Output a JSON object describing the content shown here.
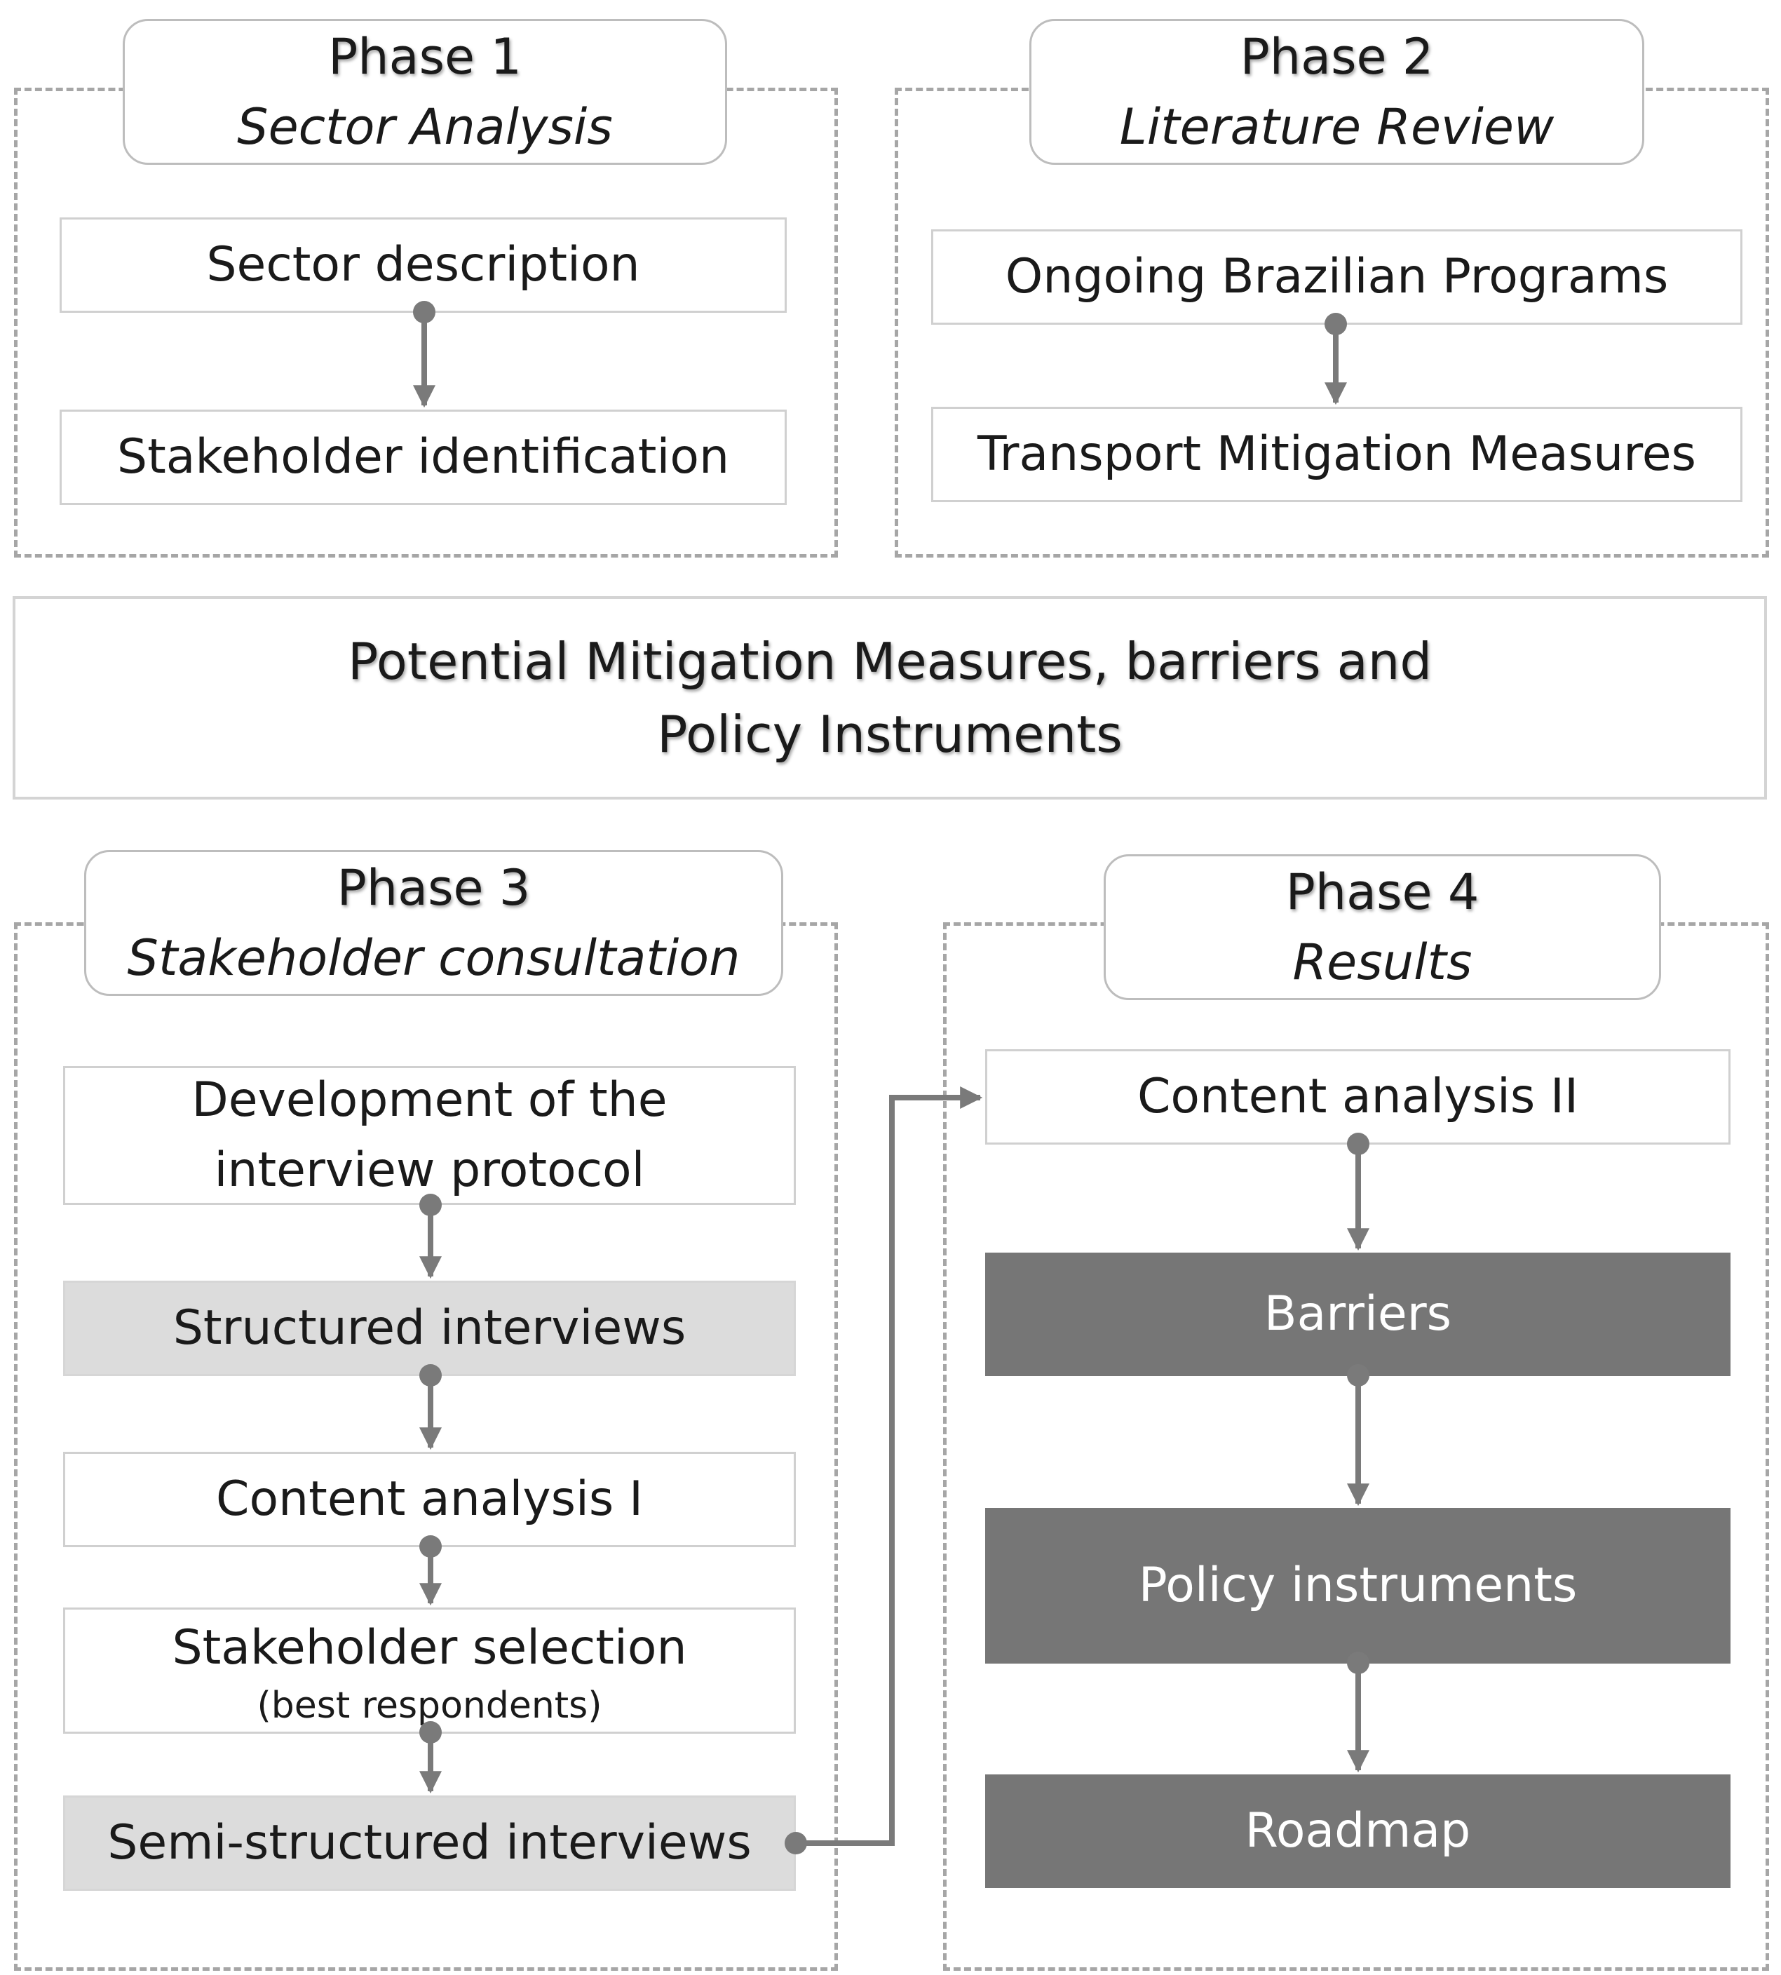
{
  "phase1": {
    "title": "Phase 1",
    "subtitle": "Sector Analysis",
    "steps": [
      "Sector description",
      "Stakeholder identification"
    ]
  },
  "phase2": {
    "title": "Phase 2",
    "subtitle": "Literature Review",
    "steps": [
      "Ongoing Brazilian Programs",
      "Transport Mitigation Measures"
    ]
  },
  "center": {
    "line1": "Potential Mitigation Measures, barriers and",
    "line2": "Policy Instruments"
  },
  "phase3": {
    "title": "Phase 3",
    "subtitle": "Stakeholder consultation",
    "steps": [
      "Development of the",
      "interview protocol",
      "Structured interviews",
      "Content analysis I",
      "Stakeholder selection",
      "(best respondents)",
      "Semi-structured interviews"
    ]
  },
  "phase4": {
    "title": "Phase 4",
    "subtitle": "Results",
    "steps": [
      "Content analysis II",
      "Barriers",
      "Policy instruments",
      "Roadmap"
    ]
  }
}
